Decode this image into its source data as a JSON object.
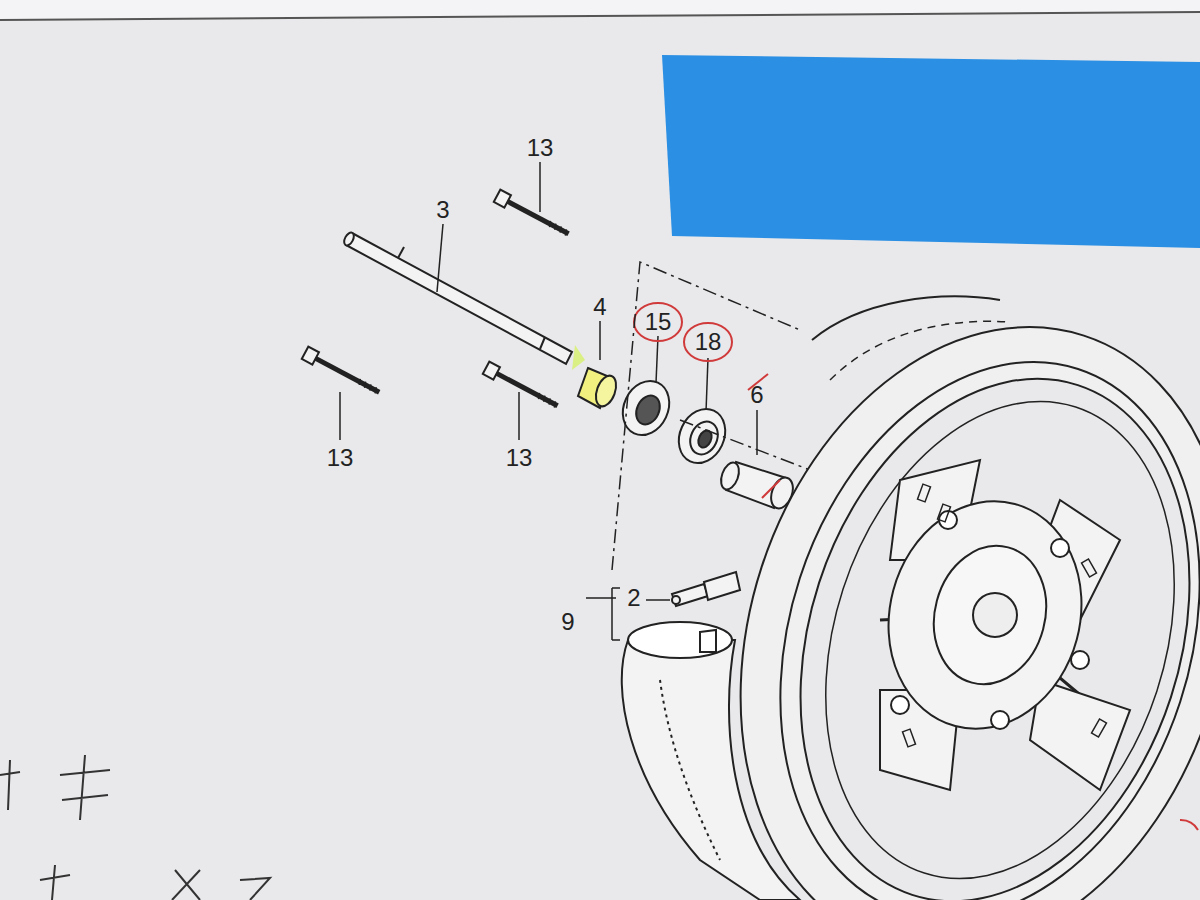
{
  "diagram": {
    "labels": [
      "13",
      "3",
      "4",
      "15",
      "18",
      "6",
      "13",
      "13",
      "2",
      "9"
    ]
  }
}
